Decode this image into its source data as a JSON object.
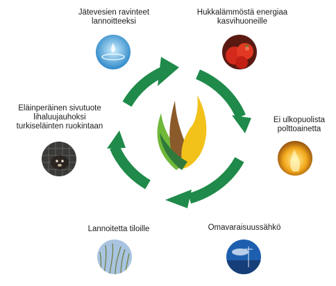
{
  "cycle": {
    "labels": [
      {
        "id": "nutrients",
        "lines": [
          "Jätevesien ravinteet",
          "lannoitteeksi"
        ]
      },
      {
        "id": "greenhouse",
        "lines": [
          "Hukkalämmöstä energiaa",
          "kasvihuoneille"
        ]
      },
      {
        "id": "fuel",
        "lines": [
          "Ei ulkopuolista",
          "polttoainetta"
        ]
      },
      {
        "id": "electricity",
        "lines": [
          "Omavaraisuussähkö"
        ]
      },
      {
        "id": "fertilizer",
        "lines": [
          "Lannoitetta tiloille"
        ]
      },
      {
        "id": "animal",
        "lines": [
          "Eläinperäinen sivutuote",
          "lihaluujauhoksi",
          "turkiseläinten ruokintaan"
        ]
      }
    ],
    "icons": [
      "water-drop-photo",
      "tomato-photo",
      "flame-photo",
      "sky-photo",
      "grass-photo",
      "mink-photo",
      "flame-leaf-logo",
      "cycle-arrow"
    ],
    "colors": {
      "arrow": "#1f8a4a",
      "leaf_dark": "#2f7a3a",
      "leaf_light": "#6fb83a",
      "flame_brown": "#8b5a2b",
      "flame_yellow": "#f2c21a"
    }
  }
}
